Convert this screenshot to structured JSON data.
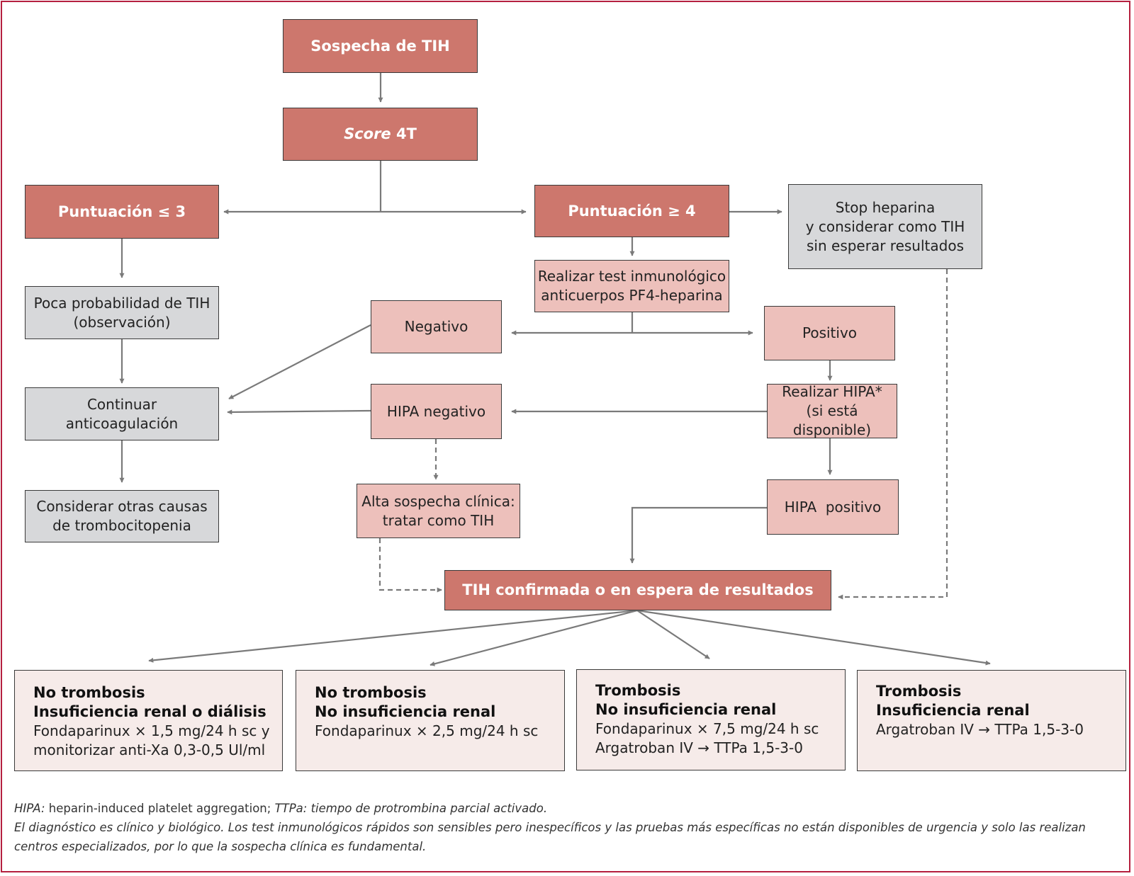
{
  "colors": {
    "border": "#b5203f",
    "dark_box": "#cd776d",
    "pink_box": "#edc0bb",
    "grey_box": "#d7d8da",
    "light_box": "#f6ebe9",
    "arrow": "#7a7a7a"
  },
  "nodes": {
    "sospecha": "Sospecha de TIH",
    "score_word": "Score",
    "score_rest": " 4T",
    "punt_low": "Puntuación ≤ 3",
    "punt_high": "Puntuación ≥ 4",
    "stop": [
      "Stop heparina",
      "y considerar como TIH",
      "sin esperar resultados"
    ],
    "realizar_test": [
      "Realizar test inmunológico",
      "anticuerpos PF4-heparina"
    ],
    "poca": [
      "Poca probabilidad de TIH",
      "(observación)"
    ],
    "negativo": "Negativo",
    "positivo": "Positivo",
    "continuar": [
      "Continuar",
      "anticoagulación"
    ],
    "hipa_neg": "HIPA negativo",
    "realizar_hipa": [
      "Realizar HIPA*",
      "(si está disponible)"
    ],
    "considerar": [
      "Considerar otras causas",
      "de trombocitopenia"
    ],
    "alta": [
      "Alta sospecha clínica:",
      "tratar como TIH"
    ],
    "hipa_pos": "HIPA  positivo",
    "confirmada": "TIH confirmada o en espera de resultados"
  },
  "outcomes": [
    {
      "headings": [
        "No trombosis",
        "Insuficiencia renal o diálisis"
      ],
      "text": [
        "Fondaparinux × 1,5 mg/24 h sc y",
        "monitorizar anti-Xa 0,3-0,5 Ul/ml"
      ]
    },
    {
      "headings": [
        "No trombosis",
        "No insuficiencia renal"
      ],
      "text": [
        "Fondaparinux × 2,5 mg/24 h sc"
      ]
    },
    {
      "headings": [
        "Trombosis",
        "No insuficiencia renal"
      ],
      "text": [
        "Fondaparinux × 7,5 mg/24 h sc",
        "Argatroban IV →  TTPa 1,5-3-0"
      ]
    },
    {
      "headings": [
        "Trombosis",
        "Insuficiencia renal"
      ],
      "text": [
        "Argatroban IV → TTPa 1,5-3-0"
      ]
    }
  ],
  "footnote": {
    "abbr_hipa": "HIPA:",
    "hipa_text": " heparin-induced platelet aggregation; ",
    "abbr_ttpa": "TTPa:",
    "ttpa_text": " tiempo de protrombina parcial activado.",
    "line2": "El diagnóstico es clínico y biológico. Los test inmunológicos rápidos son sensibles pero inespecíficos y las pruebas más específicas no están disponibles de urgencia y solo las realizan",
    "line3": "centros especializados, por lo que la sospecha clínica es fundamental."
  }
}
